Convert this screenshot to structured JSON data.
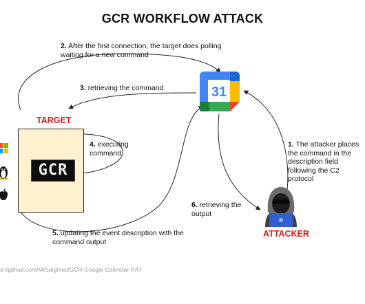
{
  "title": "GCR WORKFLOW ATTACK",
  "roles": {
    "target": "TARGET",
    "attacker": "ATTACKER"
  },
  "steps": {
    "s1": {
      "num": "1.",
      "text": "The attacker places the command in the description field following the C2 protocol"
    },
    "s2": {
      "num": "2.",
      "text": "After the first connection, the target does polling waiting for a new command"
    },
    "s3": {
      "num": "3.",
      "text": "retrieving the command"
    },
    "s4": {
      "num": "4.",
      "text": "executing command"
    },
    "s5": {
      "num": "5.",
      "text": "updating the event description with the command output"
    },
    "s6": {
      "num": "6.",
      "text": "retrieving the output"
    }
  },
  "gcr_label": "GCR",
  "calendar_day": "31",
  "footer": "s://github.com/MrSaighnal/GCR-Google-Calendar-RAT",
  "colors": {
    "role": "#d61c1c",
    "box_fill": "#fdf1cf",
    "cal_blue": "#4285f4",
    "cal_green": "#34a853",
    "cal_yellow": "#fbbc04",
    "cal_red": "#ea4335"
  },
  "icons": [
    "windows-icon",
    "linux-icon",
    "apple-icon",
    "google-calendar-icon",
    "hacker-icon"
  ]
}
